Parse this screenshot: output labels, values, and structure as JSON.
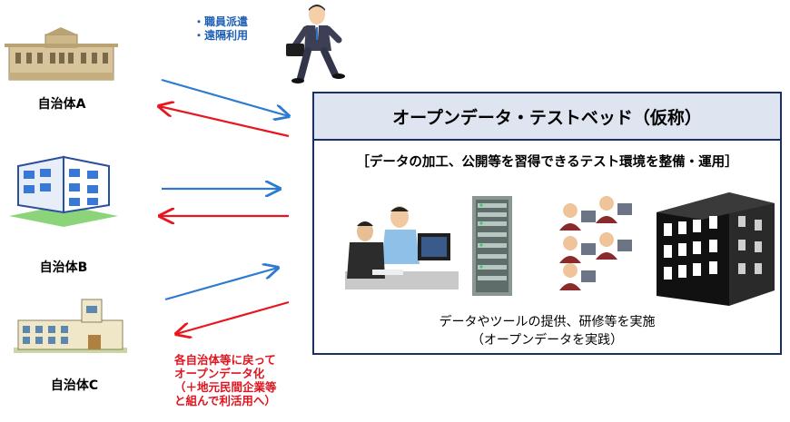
{
  "municipalities": [
    {
      "label": "自治体A",
      "icon": "government-building-icon"
    },
    {
      "label": "自治体B",
      "icon": "office-building-icon"
    },
    {
      "label": "自治体C",
      "icon": "school-building-icon"
    }
  ],
  "dispatch_notes": [
    "・職員派遣",
    "・遠隔利用"
  ],
  "return_notes": [
    "各自治体等に戻って",
    "オープンデータ化",
    "（＋地元民間企業等",
    "と組んで利活用へ）"
  ],
  "testbed": {
    "title": "オープンデータ・テストベッド（仮称）",
    "subtitle": "［データの加工、公開等を習得できるテスト環境を整備・運用］",
    "desc_line1": "データやツールの提供、研修等を実施",
    "desc_line2": "（オープンデータを実践）"
  },
  "colors": {
    "arrow_to_testbed": "#2e7ad1",
    "arrow_from_testbed": "#e8161e",
    "box_border": "#1a2f63",
    "title_bg": "#dee5f1"
  }
}
